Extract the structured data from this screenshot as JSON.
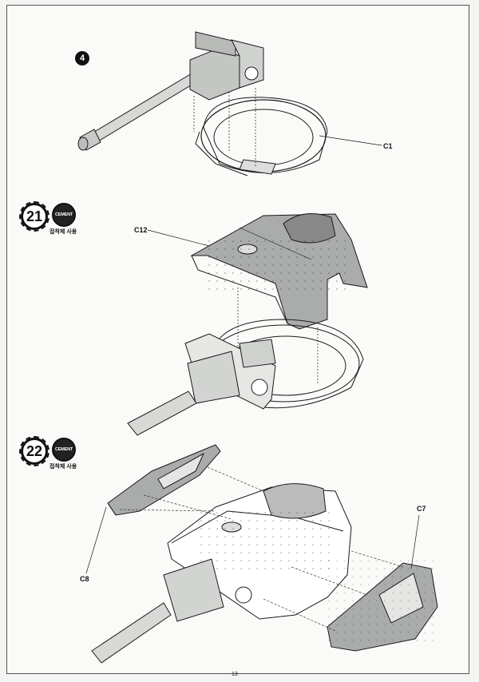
{
  "steps": {
    "sub_step": "4",
    "step21": "21",
    "step22": "22"
  },
  "cement": {
    "badge_text": "CEMENT",
    "caption": "접착제 사용"
  },
  "parts": {
    "c1": "C1",
    "c12": "C12",
    "c8": "C8",
    "c7": "C7"
  },
  "page_number": "13",
  "colors": {
    "plate_fill": "#a9acaa",
    "line": "#1a1a1a",
    "background": "#fafaf8"
  }
}
